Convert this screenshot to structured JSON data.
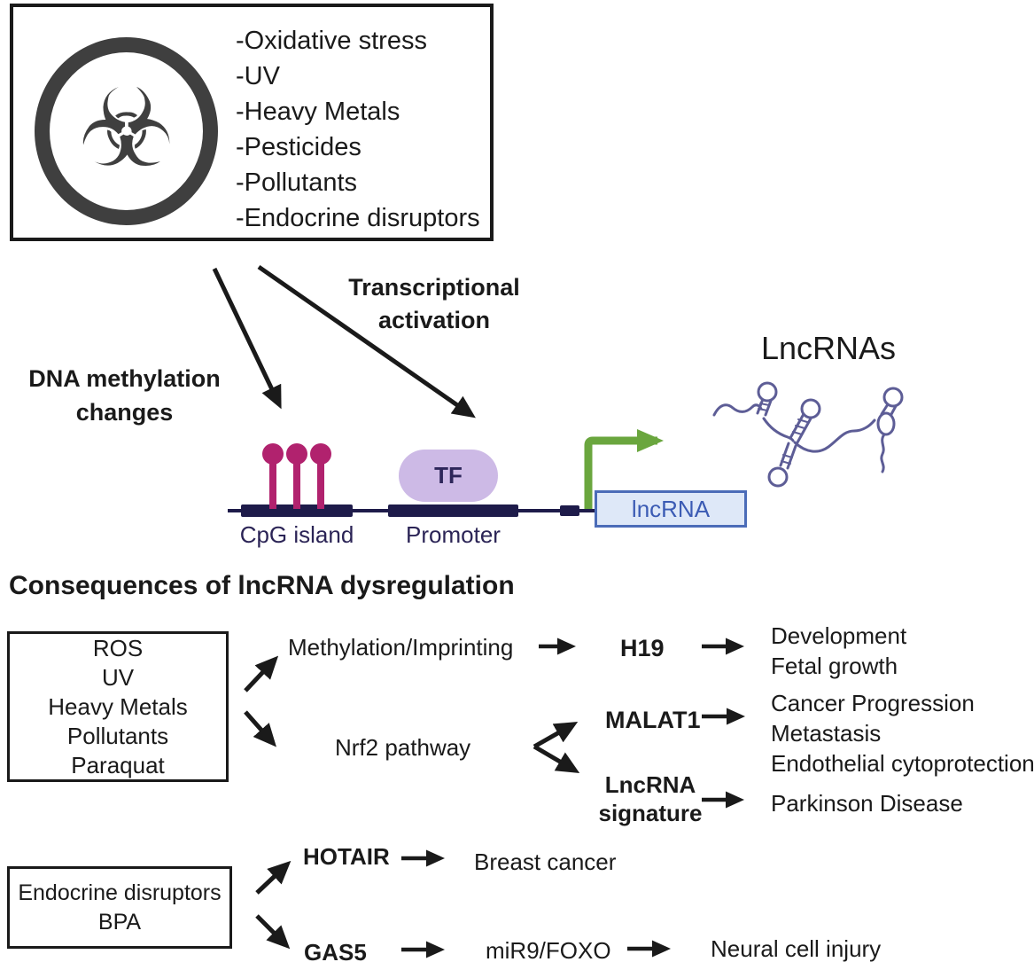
{
  "colors": {
    "background": "#ffffff",
    "text": "#1a1a1a",
    "biohazard_gray": "#3f3f3f",
    "dna_navy": "#1e1b4a",
    "dna_label_navy": "#2b2456",
    "methyl_magenta": "#b1226e",
    "tf_fill": "#cdbae6",
    "tf_text": "#2d265a",
    "transcription_green": "#6aa63e",
    "lncrna_box_fill": "#dee8f8",
    "lncrna_box_border": "#4b6cb8",
    "lncrna_box_text": "#3b5bb4",
    "rna_purple": "#5d5d96"
  },
  "environmental_box": {
    "icon": "biohazard-in-circle",
    "glyph": "☣",
    "items": [
      "-Oxidative stress",
      "-UV",
      "-Heavy Metals",
      "-Pesticides",
      "-Pollutants",
      "-Endocrine disruptors"
    ]
  },
  "upper_pathway": {
    "dna_methylation_label": "DNA methylation changes",
    "transcription_label": "Transcriptional activation",
    "cpg_label": "CpG island",
    "promoter_label": "Promoter",
    "tf_label": "TF",
    "lncrna_gene_label": "lncRNA",
    "lncrnas_title": "LncRNAs"
  },
  "consequences": {
    "heading": "Consequences of lncRNA dysregulation",
    "oxidative_box_items": [
      "ROS",
      "UV",
      "Heavy Metals",
      "Pollutants",
      "Paraquat"
    ],
    "pathway1_label": "Methylation/Imprinting",
    "pathway1_lncrna": "H19",
    "pathway1_outcomes": [
      "Development",
      "Fetal growth"
    ],
    "pathway2_label": "Nrf2 pathway",
    "pathway2_lncrna": "MALAT1",
    "pathway2_outcomes": [
      "Cancer Progression",
      "Metastasis",
      "Endothelial cytoprotection"
    ],
    "pathway3_lncrna": "LncRNA signature",
    "pathway3_outcome": "Parkinson Disease",
    "endocrine_box_items": [
      "Endocrine disruptors",
      "BPA"
    ],
    "pathway4_lncrna": "HOTAIR",
    "pathway4_outcome": "Breast cancer",
    "pathway5_lncrna": "GAS5",
    "pathway5_mediator": "miR9/FOXO",
    "pathway5_outcome": "Neural cell injury"
  }
}
